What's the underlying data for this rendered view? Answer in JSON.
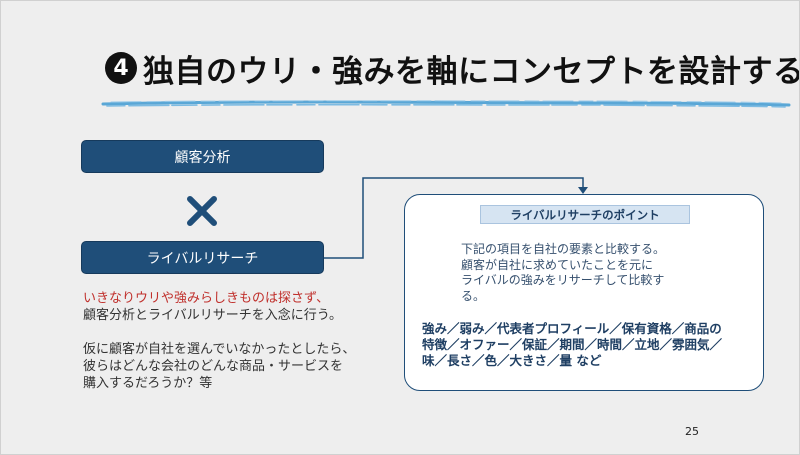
{
  "slide": {
    "title_number": "4",
    "title": "独自のウリ・強みを軸にコンセプトを設計する",
    "page_number": "25"
  },
  "left": {
    "customer_analysis": "顧客分析",
    "rival_research": "ライバルリサーチ",
    "cross_icon": "cross-icon",
    "text1_line1_red": "いきなりウリや強みらしきものは探さず、",
    "text1_line2": "顧客分析とライバルリサーチを入念に行う。",
    "text2_line1": "仮に顧客が自社を選んでいなかったとしたら、",
    "text2_line2": "彼らはどんな会社のどんな商品・サービスを",
    "text2_line3": "購入するだろうか？等"
  },
  "right": {
    "point_label": "ライバルリサーチのポイント",
    "desc_line1": "下記の項目を自社の要素と比較する。",
    "desc_line2": "顧客が自社に求めていたことを元に",
    "desc_line3": "ライバルの強みをリサーチして比較す",
    "desc_line4": "る。",
    "items_line1": "強み／弱み／代表者プロフィール／保有資格／商品の",
    "items_line2": "特徴／オファー／保証／期間／時間／立地／雰囲気／",
    "items_line3": "味／長さ／色／大きさ／量 など"
  },
  "colors": {
    "navy": "#1f4e79",
    "red_text": "#c0302c",
    "brush_blue": "#5aa7d6",
    "background": "#eeeeee"
  }
}
